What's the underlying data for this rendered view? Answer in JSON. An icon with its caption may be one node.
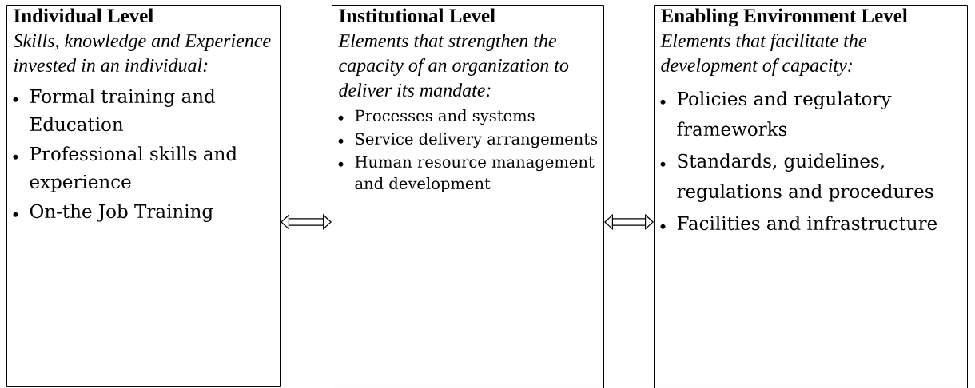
{
  "diagram": {
    "nodes": [
      {
        "text": [
          "Individual Level",
          "Skills, knowledge and Experience invested in an individual:",
          "Formal training and Education",
          "Professional skills and experience",
          "On-the Job Training"
        ]
      },
      {
        "text": [
          "Institutional Level",
          "Elements that strengthen the capacity of an organization to deliver its mandate:",
          "Processes and systems",
          "Service delivery arrangements",
          "Human resource management and development"
        ]
      },
      {
        "text": [
          "Enabling Environment Level",
          "Elements that facilitate the development of capacity:",
          "Policies and regulatory frameworks",
          "Standards, guidelines, regulations and procedures",
          "Facilities and infrastructure"
        ]
      }
    ],
    "edges": [
      {
        "from": 0,
        "to": 1,
        "arrow": "both"
      },
      {
        "from": 1,
        "to": 2,
        "arrow": "both"
      }
    ]
  }
}
